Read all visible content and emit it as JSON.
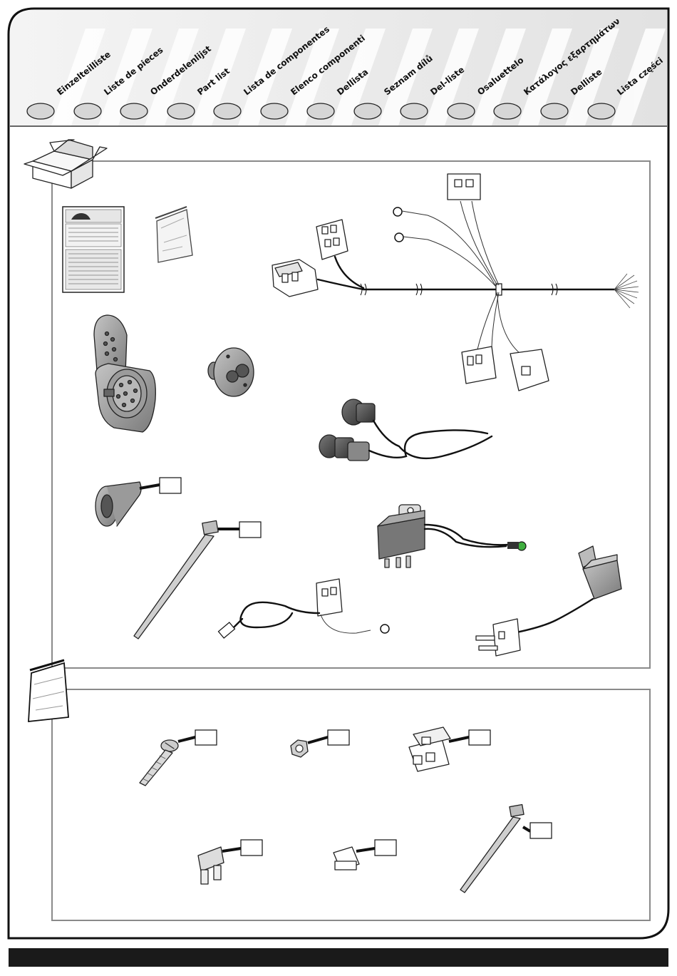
{
  "languages": [
    {
      "label": "Einzelteilliste"
    },
    {
      "label": "Liste de pieces"
    },
    {
      "label": "Onderdelenlijst"
    },
    {
      "label": "Part list"
    },
    {
      "label": "Lista de componentes"
    },
    {
      "label": "Elenco componenti"
    },
    {
      "label": "Dellista"
    },
    {
      "label": "Seznam dílů"
    },
    {
      "label": "Del-liste"
    },
    {
      "label": "Osaluettelo"
    },
    {
      "label": "Κατάλογος εξαρτημάτων"
    },
    {
      "label": "Delliste"
    },
    {
      "label": "Lista części"
    }
  ],
  "colors": {
    "frame": "#111111",
    "header_bg": "#ececec",
    "panel_border": "#888888",
    "part_gray": "#9a9a9a",
    "part_dark": "#555555",
    "footer_bar": "#1a1a1a",
    "indicator_green": "#3fae3f"
  },
  "icons": {
    "box": "open-cardboard-box-icon",
    "bag": "small-parts-bag-icon"
  }
}
